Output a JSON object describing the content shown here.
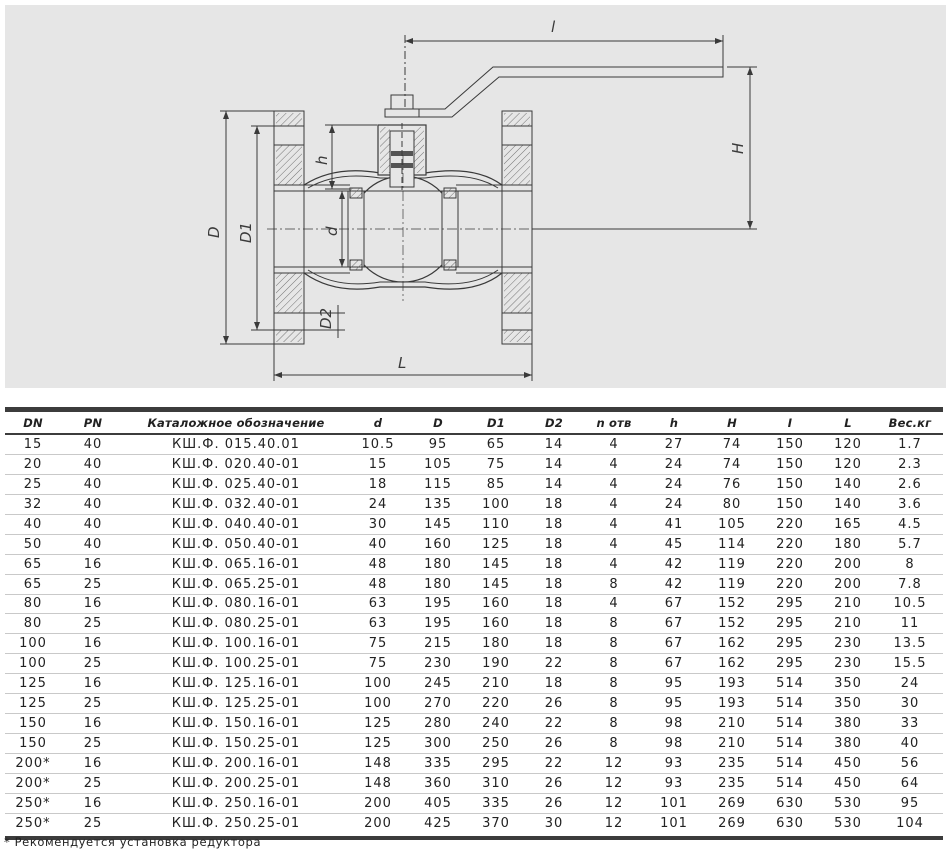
{
  "drawing": {
    "dim_labels": {
      "l_top": "l",
      "H": "H",
      "h": "h",
      "D": "D",
      "D1": "D1",
      "d": "d",
      "D2": "D2",
      "L": "L"
    }
  },
  "table": {
    "columns": [
      "DN",
      "PN",
      "Каталожное обозначение",
      "d",
      "D",
      "D1",
      "D2",
      "n отв",
      "h",
      "H",
      "I",
      "L",
      "Вес.кг"
    ],
    "rows": [
      [
        "15",
        "40",
        "КШ.Ф. 015.40.01",
        "10.5",
        "95",
        "65",
        "14",
        "4",
        "27",
        "74",
        "150",
        "120",
        "1.7"
      ],
      [
        "20",
        "40",
        "КШ.Ф. 020.40-01",
        "15",
        "105",
        "75",
        "14",
        "4",
        "24",
        "74",
        "150",
        "120",
        "2.3"
      ],
      [
        "25",
        "40",
        "КШ.Ф. 025.40-01",
        "18",
        "115",
        "85",
        "14",
        "4",
        "24",
        "76",
        "150",
        "140",
        "2.6"
      ],
      [
        "32",
        "40",
        "КШ.Ф. 032.40-01",
        "24",
        "135",
        "100",
        "18",
        "4",
        "24",
        "80",
        "150",
        "140",
        "3.6"
      ],
      [
        "40",
        "40",
        "КШ.Ф. 040.40-01",
        "30",
        "145",
        "110",
        "18",
        "4",
        "41",
        "105",
        "220",
        "165",
        "4.5"
      ],
      [
        "50",
        "40",
        "КШ.Ф. 050.40-01",
        "40",
        "160",
        "125",
        "18",
        "4",
        "45",
        "114",
        "220",
        "180",
        "5.7"
      ],
      [
        "65",
        "16",
        "КШ.Ф. 065.16-01",
        "48",
        "180",
        "145",
        "18",
        "4",
        "42",
        "119",
        "220",
        "200",
        "8"
      ],
      [
        "65",
        "25",
        "КШ.Ф. 065.25-01",
        "48",
        "180",
        "145",
        "18",
        "8",
        "42",
        "119",
        "220",
        "200",
        "7.8"
      ],
      [
        "80",
        "16",
        "КШ.Ф. 080.16-01",
        "63",
        "195",
        "160",
        "18",
        "4",
        "67",
        "152",
        "295",
        "210",
        "10.5"
      ],
      [
        "80",
        "25",
        "КШ.Ф. 080.25-01",
        "63",
        "195",
        "160",
        "18",
        "8",
        "67",
        "152",
        "295",
        "210",
        "11"
      ],
      [
        "100",
        "16",
        "КШ.Ф. 100.16-01",
        "75",
        "215",
        "180",
        "18",
        "8",
        "67",
        "162",
        "295",
        "230",
        "13.5"
      ],
      [
        "100",
        "25",
        "КШ.Ф. 100.25-01",
        "75",
        "230",
        "190",
        "22",
        "8",
        "67",
        "162",
        "295",
        "230",
        "15.5"
      ],
      [
        "125",
        "16",
        "КШ.Ф. 125.16-01",
        "100",
        "245",
        "210",
        "18",
        "8",
        "95",
        "193",
        "514",
        "350",
        "24"
      ],
      [
        "125",
        "25",
        "КШ.Ф. 125.25-01",
        "100",
        "270",
        "220",
        "26",
        "8",
        "95",
        "193",
        "514",
        "350",
        "30"
      ],
      [
        "150",
        "16",
        "КШ.Ф. 150.16-01",
        "125",
        "280",
        "240",
        "22",
        "8",
        "98",
        "210",
        "514",
        "380",
        "33"
      ],
      [
        "150",
        "25",
        "КШ.Ф. 150.25-01",
        "125",
        "300",
        "250",
        "26",
        "8",
        "98",
        "210",
        "514",
        "380",
        "40"
      ],
      [
        "200*",
        "16",
        "КШ.Ф. 200.16-01",
        "148",
        "335",
        "295",
        "22",
        "12",
        "93",
        "235",
        "514",
        "450",
        "56"
      ],
      [
        "200*",
        "25",
        "КШ.Ф. 200.25-01",
        "148",
        "360",
        "310",
        "26",
        "12",
        "93",
        "235",
        "514",
        "450",
        "64"
      ],
      [
        "250*",
        "16",
        "КШ.Ф. 250.16-01",
        "200",
        "405",
        "335",
        "26",
        "12",
        "101",
        "269",
        "630",
        "530",
        "95"
      ],
      [
        "250*",
        "25",
        "КШ.Ф. 250.25-01",
        "200",
        "425",
        "370",
        "30",
        "12",
        "101",
        "269",
        "630",
        "530",
        "104"
      ]
    ]
  },
  "footnote": "* Рекомендуется установка редуктора",
  "colors": {
    "panel_bg": "#e6e6e6",
    "line": "#3a3a3a",
    "rule": "#3c3c3c",
    "row_divider": "#c9c9c9"
  }
}
